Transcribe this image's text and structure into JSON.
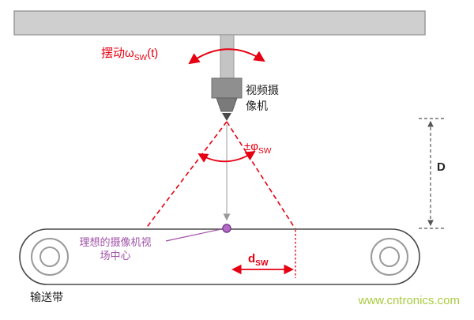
{
  "colors": {
    "accent_red": "#e60012",
    "accent_purple": "#a052a8",
    "watermark_green": "#a8cc3f",
    "structure_gray": "#c9c9c9",
    "camera_gray": "#8f8f8f"
  },
  "labels": {
    "swing": {
      "prefix": "摆动ω",
      "sub": "SW",
      "suffix": "(t)"
    },
    "camera": "视频摄像机",
    "fov_angle": {
      "prefix": "±φ",
      "sub": "SW"
    },
    "distance": "D",
    "ideal_center": "理想的摄像机视场中心",
    "dsw": {
      "prefix": "d",
      "sub": "SW"
    },
    "belt": "输送带",
    "watermark": "www.cntronics.com"
  }
}
